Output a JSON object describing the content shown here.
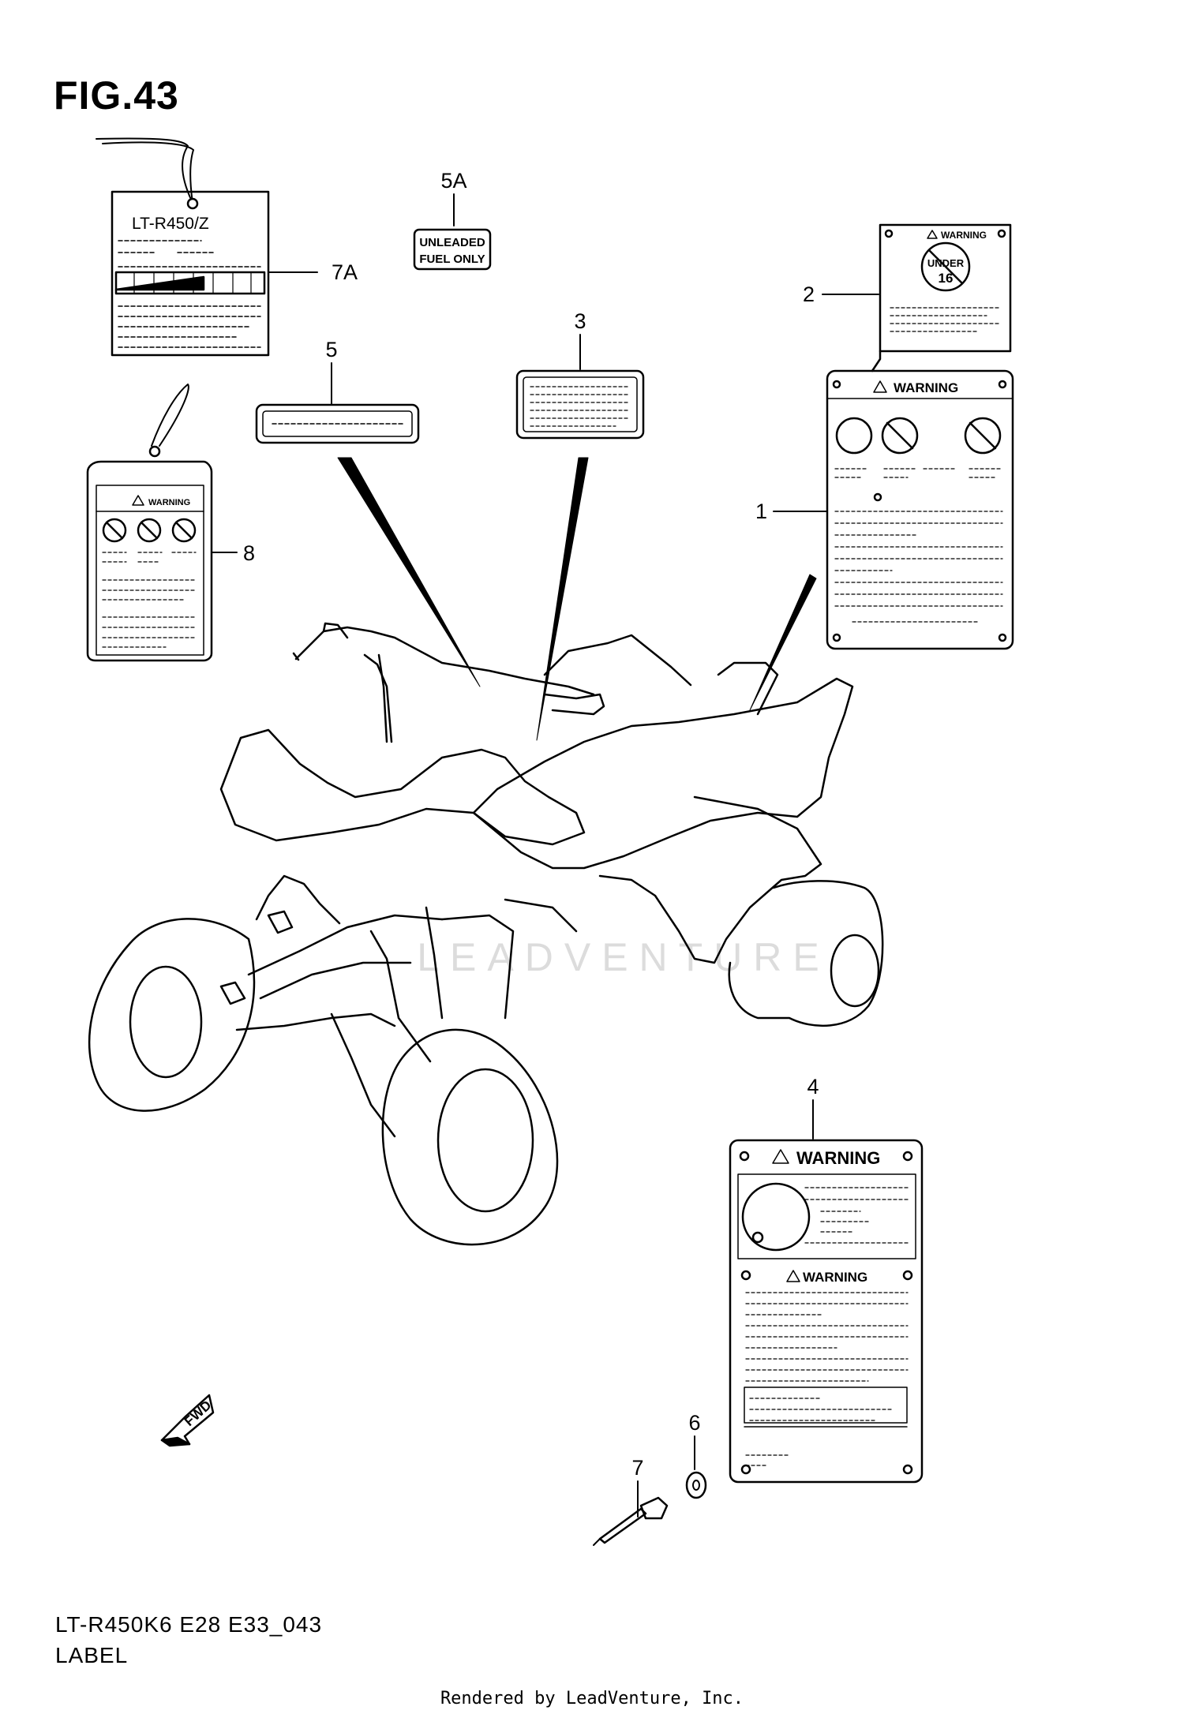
{
  "figure": {
    "title": "FIG.43",
    "model_code": "LT-R450K6 E28 E33_043",
    "section_name": "LABEL",
    "credit": "Rendered by LeadVenture, Inc.",
    "watermark": "LEADVENTURE"
  },
  "callouts": {
    "c1": "1",
    "c2": "2",
    "c3": "3",
    "c4": "4",
    "c5": "5",
    "c5a": "5A",
    "c6": "6",
    "c7": "7",
    "c7a": "7A",
    "c8": "8"
  },
  "labels": {
    "tag_7a_model": "LT-R450/Z",
    "fuel_line1": "UNLEADED",
    "fuel_line2": "FUEL ONLY",
    "warning": "WARNING",
    "under_16_a": "UNDER",
    "under_16_b": "16",
    "fwd": "FWD"
  }
}
